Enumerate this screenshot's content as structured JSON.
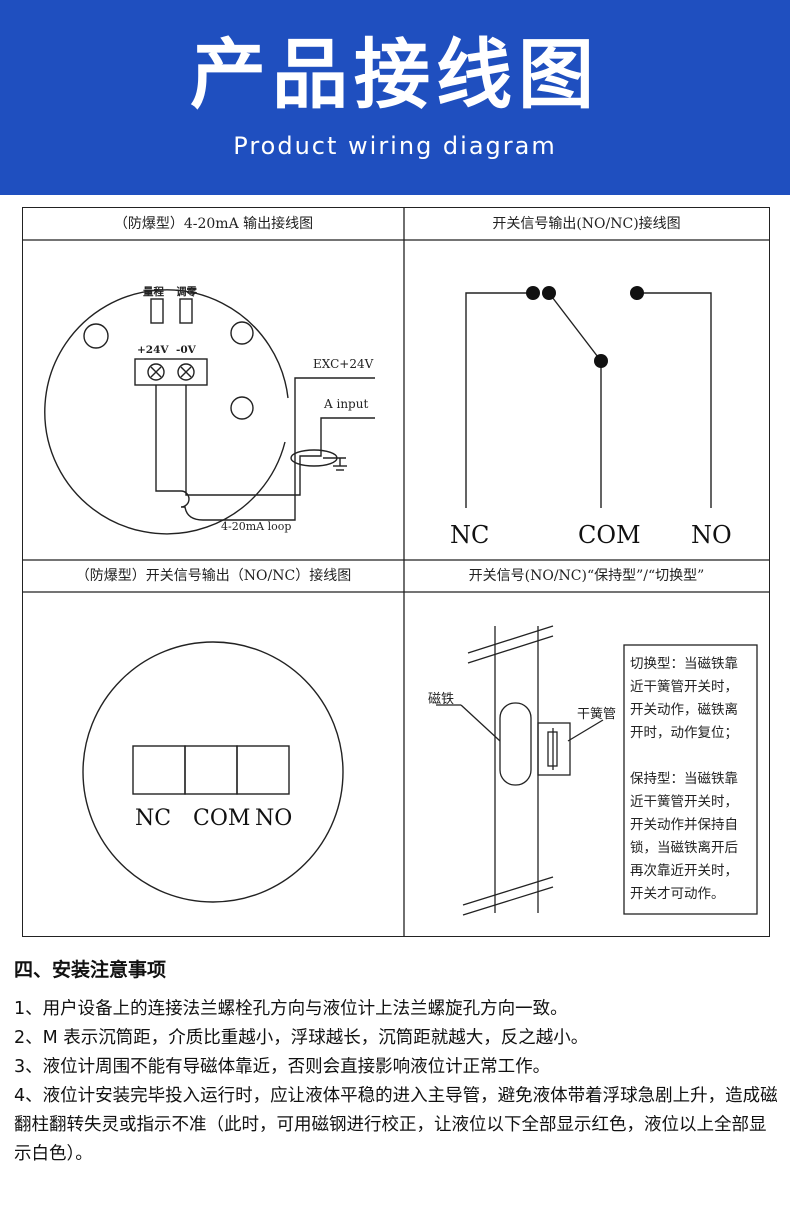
{
  "banner": {
    "title": "产品接线图",
    "subtitle": "Product wiring diagram"
  },
  "panels": {
    "p1": {
      "title": "（防爆型）4-20mA 输出接线图",
      "range_label": "量程",
      "zero_label": "调零",
      "pos_label": "+24V",
      "neg_label": "-0V",
      "exc_label": "EXC+24V",
      "input_label": "A input",
      "loop_label": "4-20mA loop"
    },
    "p2": {
      "title": "开关信号输出(NO/NC)接线图",
      "nc": "NC",
      "com": "COM",
      "no": "NO"
    },
    "p3": {
      "title": "（防爆型）开关信号输出（NO/NC）接线图",
      "nc": "NC",
      "com": "COM",
      "no": "NO"
    },
    "p4": {
      "title": "开关信号(NO/NC)“保持型”/“切换型”",
      "magnet_label": "磁铁",
      "reed_label": "干簧管",
      "note_lines": [
        "切换型：当磁铁靠",
        "近干簧管开关时，",
        "开关动作，磁铁离",
        "开时，动作复位；",
        "",
        "保持型：当磁铁靠",
        "近干簧管开关时，",
        "开关动作并保持自",
        "锁，当磁铁离开后",
        "再次靠近开关时，",
        "开关才可动作。"
      ]
    }
  },
  "notes": {
    "heading": "四、安装注意事项",
    "items": [
      "1、用户设备上的连接法兰螺栓孔方向与液位计上法兰螺旋孔方向一致。",
      "2、M 表示沉筒距，介质比重越小，浮球越长，沉筒距就越大，反之越小。",
      "3、液位计周围不能有导磁体靠近，否则会直接影响液位计正常工作。",
      "4、液位计安装完毕投入运行时，应让液体平稳的进入主导管，避免液体带着浮球急剧上升，造成磁翻柱翻转失灵或指示不准（此时，可用磁钢进行校正，让液位以下全部显示红色，液位以上全部显示白色）。"
    ]
  }
}
